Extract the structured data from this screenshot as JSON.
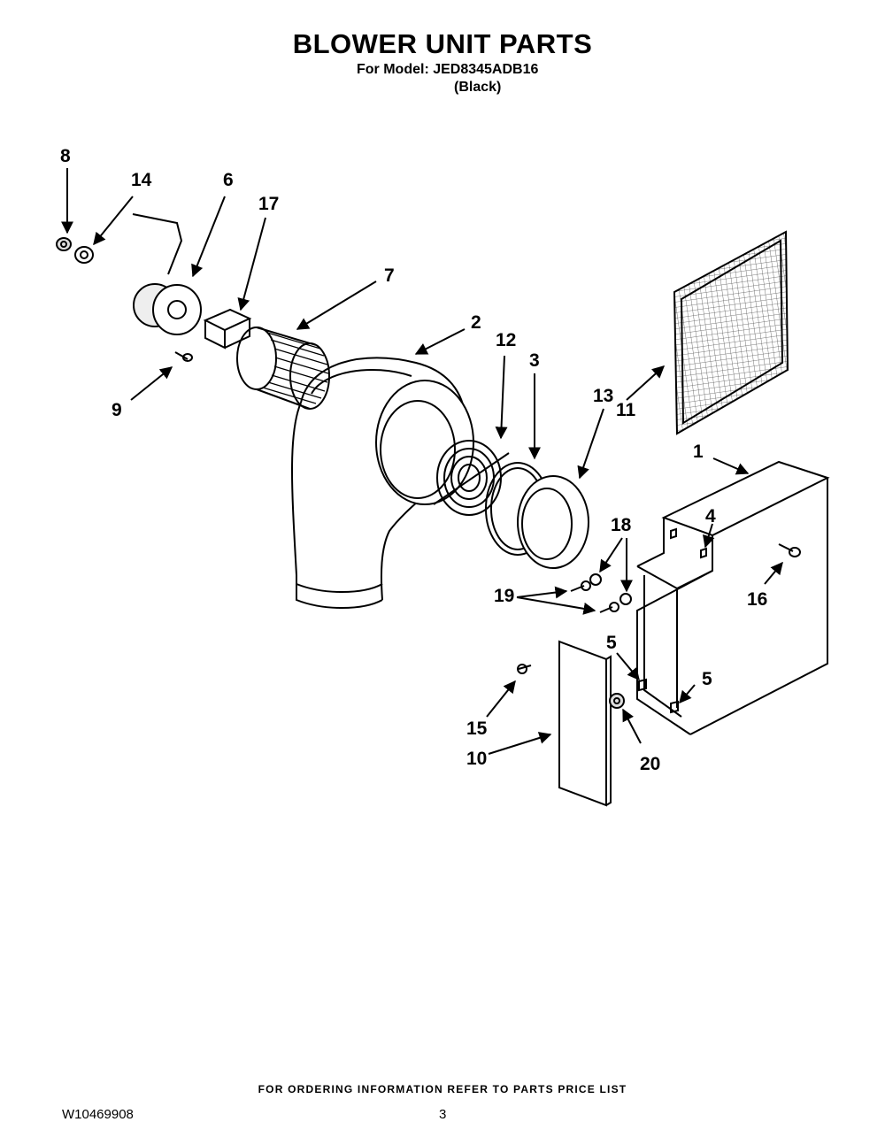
{
  "header": {
    "title": "BLOWER UNIT PARTS",
    "model_line": "For Model: JED8345ADB16",
    "color_line": "(Black)"
  },
  "footer": {
    "ordering_note": "FOR ORDERING INFORMATION REFER TO PARTS PRICE LIST",
    "document_number": "W10469908",
    "page_number": "3"
  },
  "callouts": {
    "c1": "1",
    "c2": "2",
    "c3": "3",
    "c4": "4",
    "c5a": "5",
    "c5b": "5",
    "c6": "6",
    "c7": "7",
    "c8": "8",
    "c9": "9",
    "c10": "10",
    "c11": "11",
    "c12": "12",
    "c13": "13",
    "c14": "14",
    "c15": "15",
    "c16": "16",
    "c17": "17",
    "c18": "18",
    "c19": "19",
    "c20": "20"
  },
  "colors": {
    "line": "#000000",
    "paper": "#ffffff",
    "mesh": "#555555"
  }
}
